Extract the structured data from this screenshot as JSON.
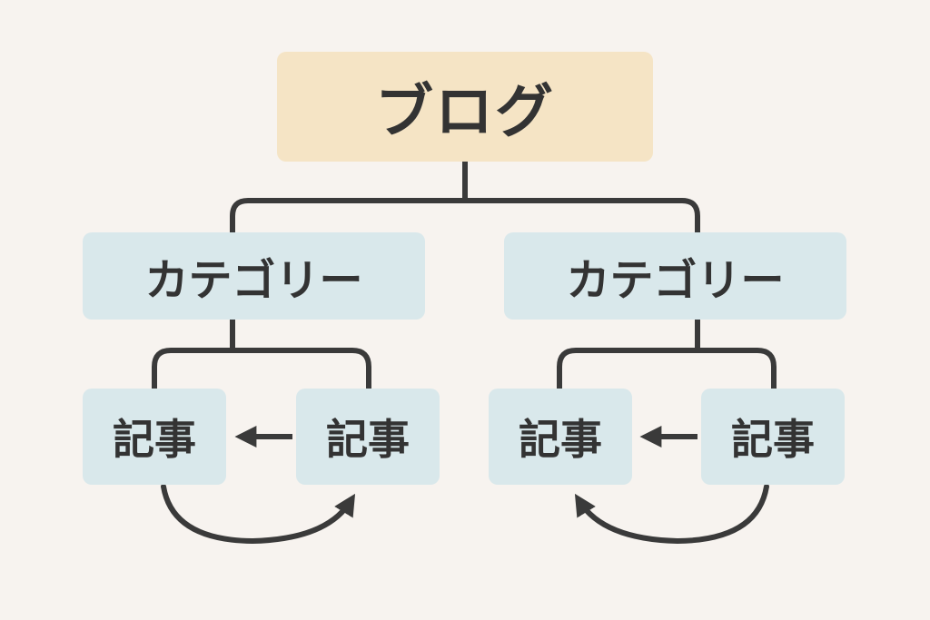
{
  "root": {
    "label": "ブログ"
  },
  "categories": [
    {
      "label": "カテゴリー"
    },
    {
      "label": "カテゴリー"
    }
  ],
  "articles": [
    {
      "label": "記事"
    },
    {
      "label": "記事"
    },
    {
      "label": "記事"
    },
    {
      "label": "記事"
    }
  ],
  "colors": {
    "background": "#f7f3ef",
    "root_fill": "#f5e4c5",
    "node_fill": "#d9e8eb",
    "line": "#3a3a3a",
    "text": "#333333"
  }
}
